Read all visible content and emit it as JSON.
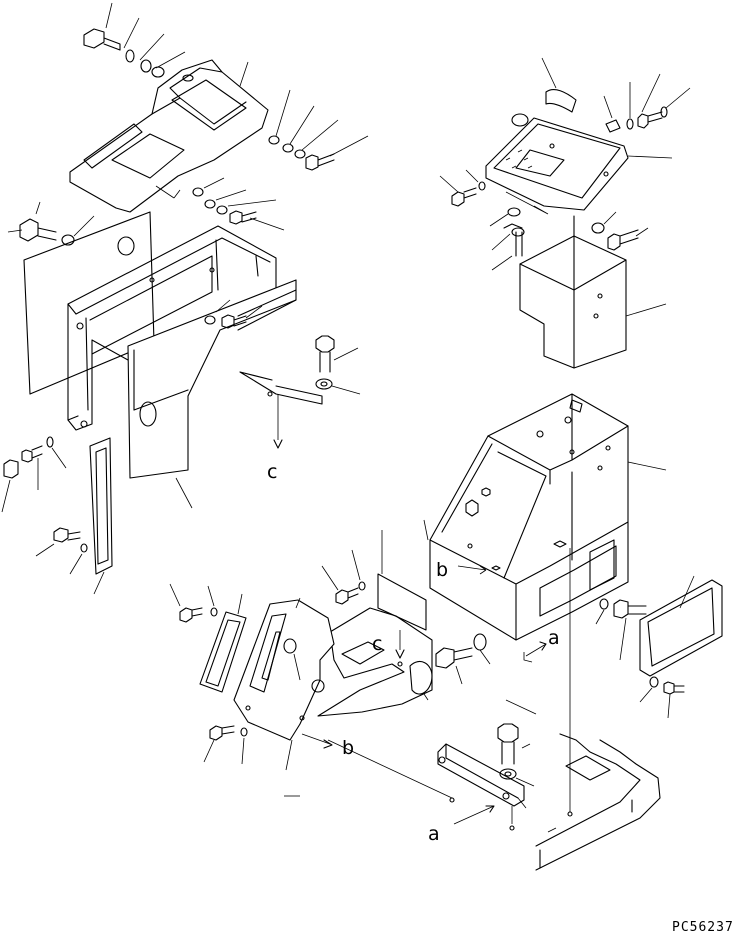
{
  "diagram": {
    "drawing_code": "PC56237",
    "ref_labels": {
      "a_upper": "a",
      "a_lower": "a",
      "b_left": "b",
      "b_right": "b",
      "c_left": "c",
      "c_center": "c"
    }
  }
}
